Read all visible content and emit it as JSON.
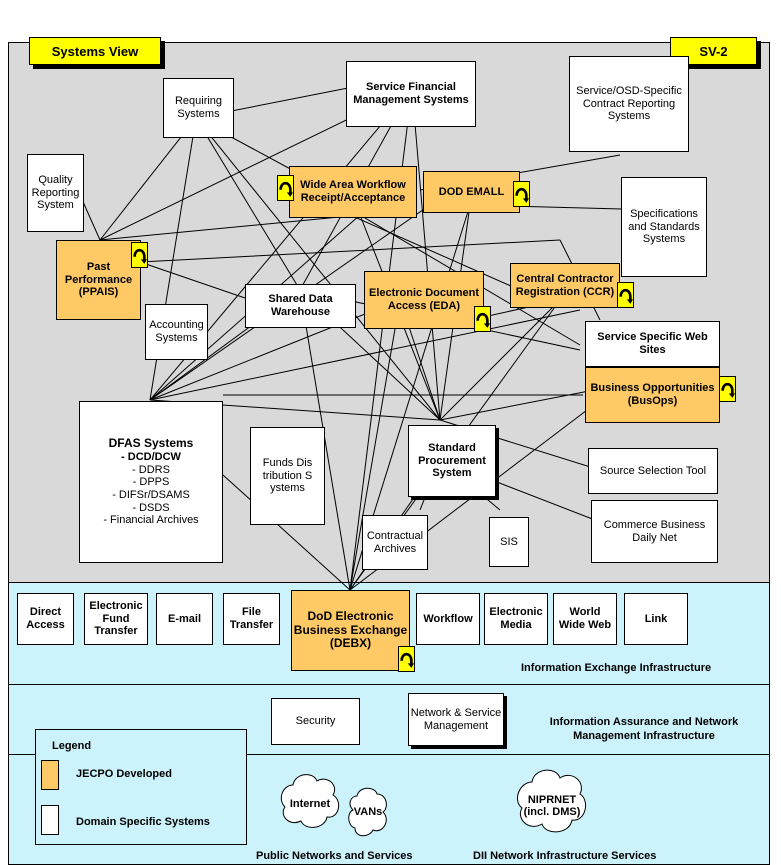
{
  "header": {
    "view_title": "Systems View",
    "view_id": "SV-2"
  },
  "colors": {
    "developed": "#ffc966",
    "domain": "#ffffff",
    "upper_panel": "#d9d9d9",
    "infra_panel": "#ccf2fb",
    "tag": "#ffff00"
  },
  "systems": {
    "requiring": "Requiring Systems",
    "service_financial": "Service Financial Management Systems",
    "service_osd": "Service/OSD-Specific Contract Reporting Systems",
    "quality": "Quality Reporting System",
    "wawf": "Wide Area Workflow Receipt/Acceptance",
    "dod_emall": "DOD EMALL",
    "specs_standards": "Specifications and Standards Systems",
    "past_performance": "Past Performance (PPAIS)",
    "shared_dw": "Shared Data Warehouse",
    "eda": "Electronic Document Access (EDA)",
    "ccr": "Central Contractor Registration (CCR)",
    "accounting": "Accounting Systems",
    "service_web": "Service Specific Web Sites",
    "busops": "Business Opportunities (BusOps)",
    "dfas_title": "DFAS Systems",
    "dfas_items": [
      "- DCD/DCW",
      "- DDRS",
      "- DPPS",
      "- DIFSr/DSAMS",
      "- DSDS",
      "- Financial Archives"
    ],
    "funds": "Funds Distribution Systems",
    "sps": "Standard Procurement System",
    "source_selection": "Source Selection Tool",
    "contractual": "Contractual Archives",
    "sis": "SIS",
    "cbd": "Commerce Business Daily Net"
  },
  "exchange": {
    "direct_access": "Direct Access",
    "eft": "Electronic Fund Transfer",
    "email": "E-mail",
    "file_transfer": "File Transfer",
    "debx": "DoD Electronic Business Exchange (DEBX)",
    "workflow": "Workflow",
    "electronic_media": "Electronic Media",
    "www": "World Wide Web",
    "link": "Link",
    "band_label": "Information Exchange Infrastructure"
  },
  "assurance": {
    "security": "Security",
    "network_mgmt": "Network & Service Management",
    "band_label": "Information Assurance and Network Management Infrastructure"
  },
  "networks": {
    "internet": "Internet",
    "vans": "VANs",
    "niprnet": "NIPRNET (incl. DMS)",
    "public_label": "Public Networks and Services",
    "dii_label": "DII Network Infrastructure Services"
  },
  "legend": {
    "title": "Legend",
    "developed": "JECPO Developed",
    "domain": "Domain Specific Systems"
  }
}
